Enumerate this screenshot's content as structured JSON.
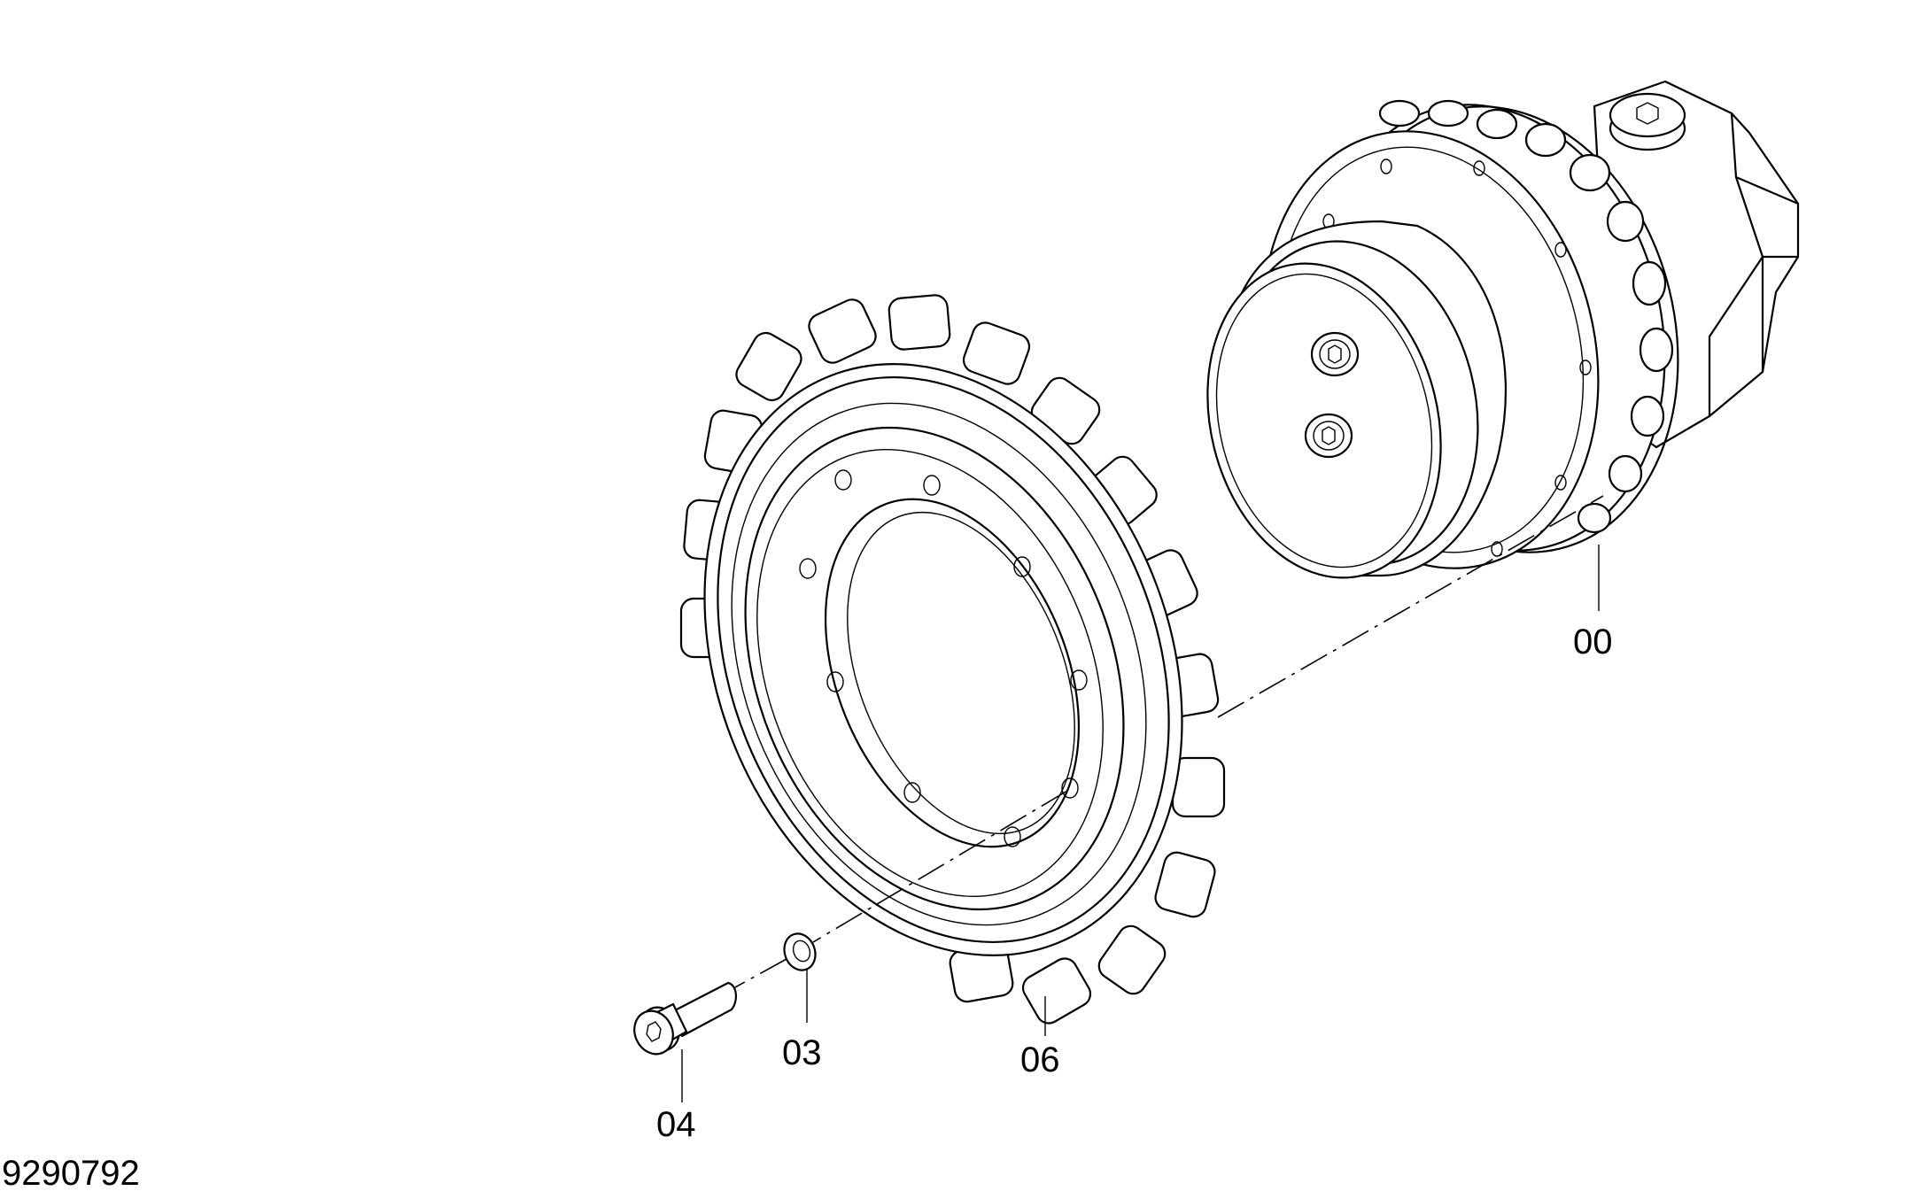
{
  "callouts": {
    "final_drive": "00",
    "washer": "03",
    "bolt": "04",
    "sprocket": "06"
  },
  "drawing_number": "9290792"
}
